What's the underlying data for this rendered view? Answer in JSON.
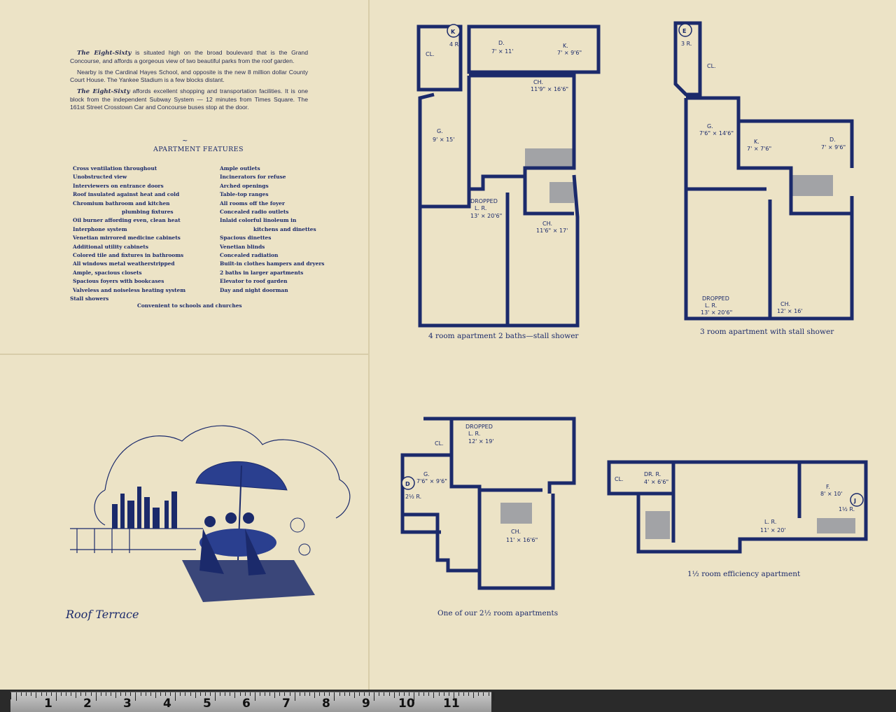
{
  "intro": {
    "p1_brand": "The Eight-Sixty",
    "p1_text": " is situated high on the broad boulevard that is the Grand Concourse, and affords a gorgeous view of two beautiful parks from the roof garden.",
    "p2_text": "Nearby is the Cardinal Hayes School, and opposite is the new 8 million dollar County Court House. The Yankee Stadium is a few blocks distant.",
    "p3_brand1": "The Eight-Sixty",
    "p3_text1": " affords excellent shopping and transportation facilities. It is one block from the independent Subway System — 12 minutes from Times Square. The 161st Street Crosstown Car and Concourse buses stop at the door."
  },
  "features": {
    "title": "APARTMENT FEATURES",
    "left": [
      "Cross ventilation throughout",
      "Unobstructed view",
      "Interviewers on entrance doors",
      "Roof insulated against heat and cold",
      "Chromium bathroom and kitchen",
      "plumbing fixtures",
      "Oil burner affording even, clean heat",
      "Interphone system",
      "Venetian mirrored medicine cabinets",
      "Additional utility cabinets",
      "Colored tile and fixtures in bathrooms",
      "All windows metal weatherstripped",
      "Ample, spacious closets",
      "Spacious foyers with bookcases",
      "Valveless and noiseless heating system",
      "Stall showers"
    ],
    "right": [
      "Ample outlets",
      "Incinerators for refuse",
      "Arched openings",
      "Table-top ranges",
      "All rooms off the foyer",
      "Concealed radio outlets",
      "Inlaid colorful linoleum in",
      "kitchens and dinettes",
      "Spacious dinettes",
      "Venetian blinds",
      "Concealed radiation",
      "Built-in clothes hampers and dryers",
      "2 baths in larger apartments",
      "Elevator to roof garden",
      "Day and night doorman"
    ],
    "footer": "Convenient to schools and churches"
  },
  "roof_caption": "Roof Terrace",
  "plans": {
    "k": {
      "badge": "K",
      "rooms_tag": "4 R.",
      "caption": "4 room apartment   2 baths—stall shower",
      "cl": "CL.",
      "d": "D.",
      "d_size": "7' × 11'",
      "k": "K.",
      "k_size": "7' × 9'6\"",
      "ch1": "CH.",
      "ch1_size": "11'9\" × 16'6\"",
      "g": "G.",
      "g_size": "9' × 15'",
      "lr_pre": "DROPPED",
      "lr": "L. R.",
      "lr_size": "13' × 20'6\"",
      "ch2": "CH.",
      "ch2_size": "11'6\" × 17'"
    },
    "e": {
      "badge": "E",
      "rooms_tag": "3 R.",
      "caption": "3 room apartment with stall shower",
      "cl": "CL.",
      "g": "G.",
      "g_size": "7'6\" × 14'6\"",
      "k": "K.",
      "k_size": "7' × 7'6\"",
      "d": "D.",
      "d_size": "7' × 9'6\"",
      "lr_pre": "DROPPED",
      "lr": "L. R.",
      "lr_size": "13' × 20'6\"",
      "ch": "CH.",
      "ch_size": "12' × 16'"
    },
    "d": {
      "badge": "D",
      "rooms_tag": "2½ R.",
      "caption": "One of our 2½ room apartments",
      "cl": "CL.",
      "lr_pre": "DROPPED",
      "lr": "L. R.",
      "lr_size": "12' × 19'",
      "g": "G.",
      "g_size": "7'6\" × 9'6\"",
      "ch": "CH.",
      "ch_size": "11' × 16'6\""
    },
    "j": {
      "badge": "J",
      "rooms_tag": "1½ R.",
      "caption": "1½ room efficiency apartment",
      "cl": "CL.",
      "dr": "DR. R.",
      "dr_size": "4' × 6'6\"",
      "f": "F.",
      "f_size": "8' × 10'",
      "lr": "L. R.",
      "lr_size": "11' × 20'"
    }
  },
  "ruler": {
    "numbers": [
      "1",
      "2",
      "3",
      "4",
      "5",
      "6",
      "7",
      "8",
      "9",
      "10",
      "11"
    ]
  },
  "colors": {
    "paper": "#ece3c6",
    "ink": "#1b2a6b",
    "background": "#2a2a2a"
  }
}
